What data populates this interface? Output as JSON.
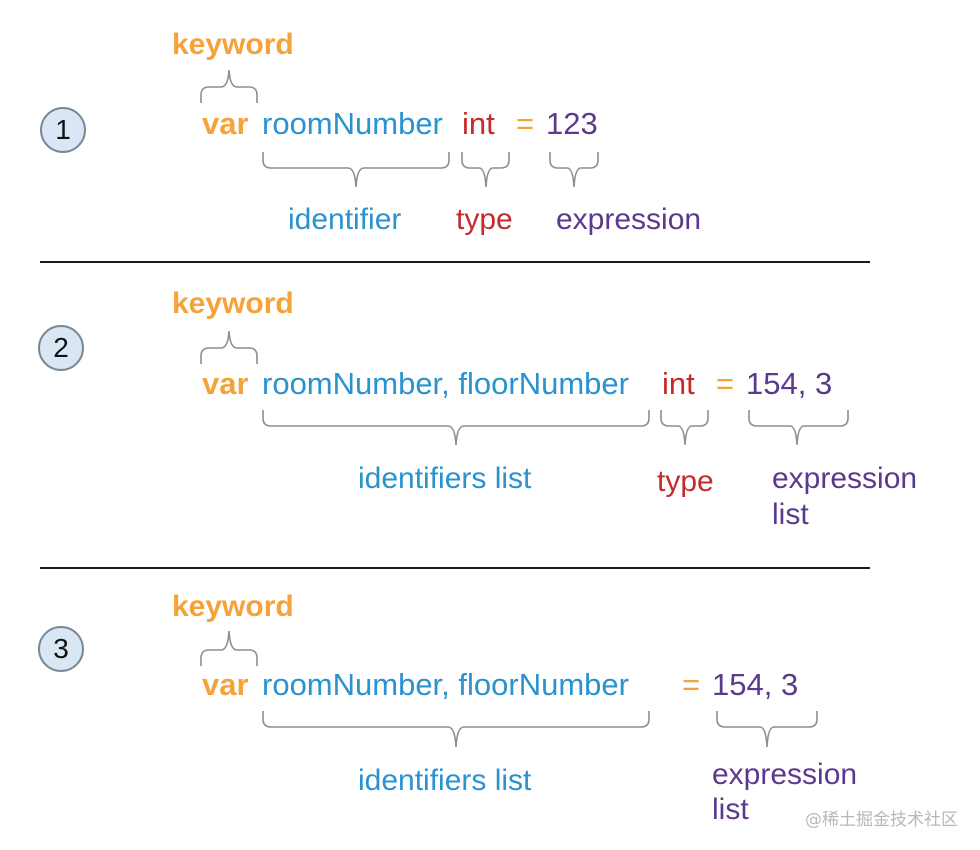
{
  "colors": {
    "keyword": "#f5a23a",
    "identifier": "#2a93cf",
    "type": "#c62b2b",
    "expression": "#5b3a8e",
    "brace": "#8e8e8e",
    "circle_fill": "#d8e7f3"
  },
  "examples": [
    {
      "number": "1",
      "keyword_label": "keyword",
      "code": {
        "var": "var",
        "identifiers": "roomNumber",
        "type": "int",
        "equals": "=",
        "expression": "123"
      },
      "labels": {
        "identifiers": "identifier",
        "type": "type",
        "expression": "expression"
      }
    },
    {
      "number": "2",
      "keyword_label": "keyword",
      "code": {
        "var": "var",
        "identifiers": "roomNumber, floorNumber",
        "type": "int",
        "equals": "=",
        "expression": "154, 3"
      },
      "labels": {
        "identifiers": "identifiers list",
        "type": "type",
        "expression_line1": "expression",
        "expression_line2": "list"
      }
    },
    {
      "number": "3",
      "keyword_label": "keyword",
      "code": {
        "var": "var",
        "identifiers": "roomNumber, floorNumber",
        "equals": "=",
        "expression": "154, 3"
      },
      "labels": {
        "identifiers": "identifiers list",
        "expression_line1": "expression",
        "expression_line2": "list"
      }
    }
  ],
  "watermark": "@稀土掘金技术社区"
}
